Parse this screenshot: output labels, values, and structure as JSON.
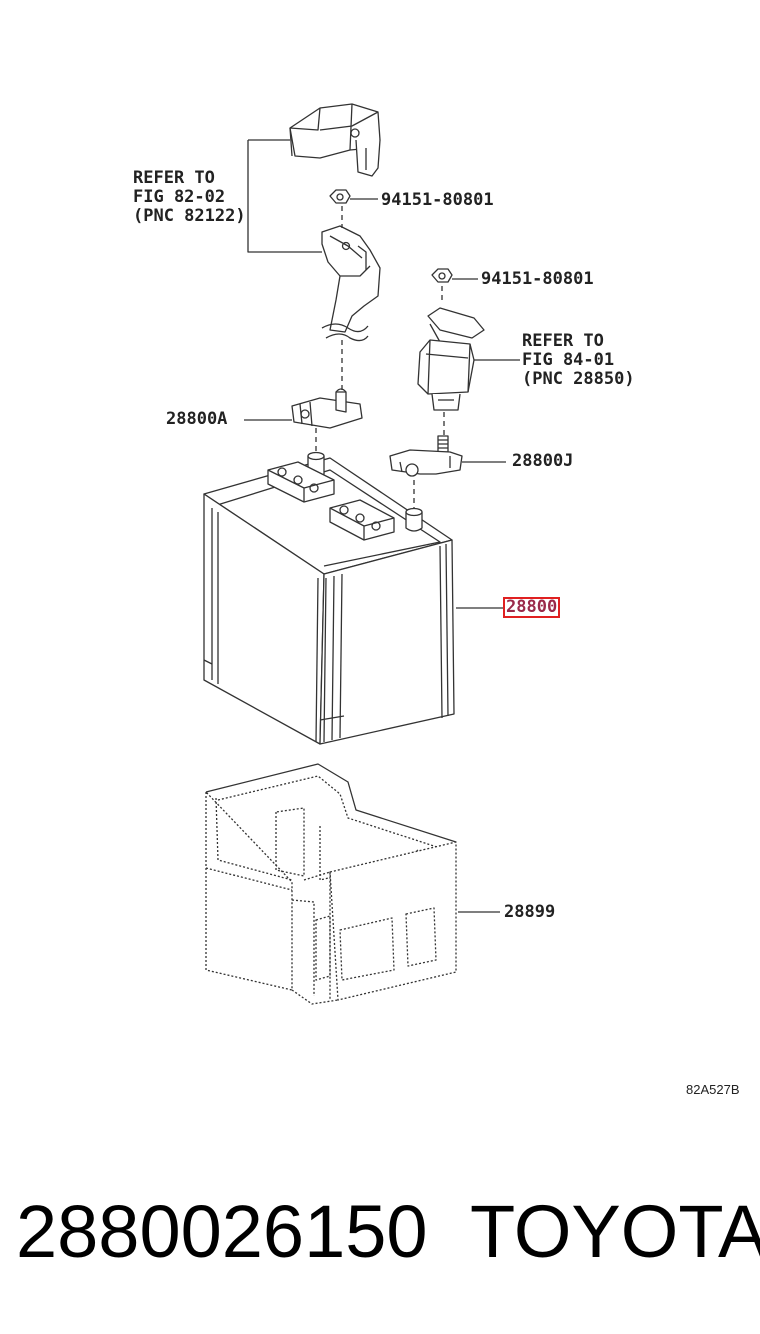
{
  "callouts": {
    "refer_82": [
      "REFER TO",
      "FIG 82-02",
      "(PNC 82122)"
    ],
    "nut_upper": "94151-80801",
    "nut_lower": "94151-80801",
    "refer_84": [
      "REFER TO",
      "FIG 84-01",
      "(PNC 28850)"
    ],
    "terminal_a": "28800A",
    "terminal_j": "28800J",
    "battery": "28800",
    "tray": "28899"
  },
  "figure_code": "82A527B",
  "footer": {
    "part_number": "2880026150",
    "brand": "TOYOTA"
  },
  "colors": {
    "line": "#333333",
    "highlight_box": "#e02020",
    "highlight_text": "#9a2a4a"
  }
}
